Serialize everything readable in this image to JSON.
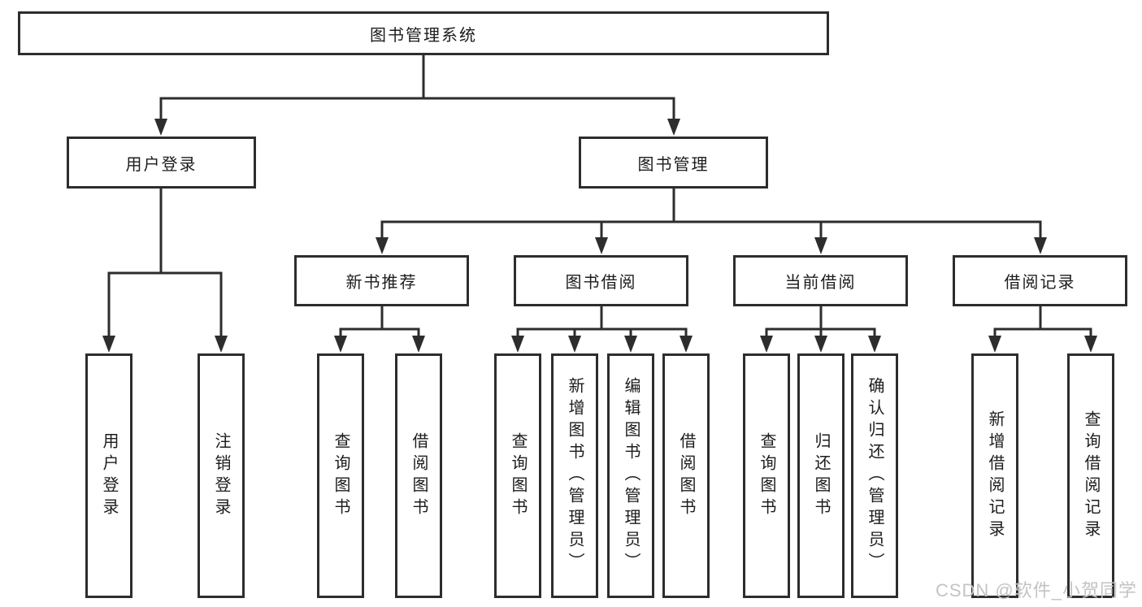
{
  "colors": {
    "line": "#2d2d2d",
    "box_border": "#2d2d2d",
    "box_fill": "#ffffff",
    "text": "#1c1c1c",
    "watermark": "#c3c3c3",
    "background": "#ffffff"
  },
  "watermark": {
    "text": "CSDN @软件_小贺同学"
  },
  "tree": {
    "root": {
      "label": "图书管理系统"
    },
    "children": [
      {
        "label": "用户登录",
        "children": [
          {
            "label": "用户登录"
          },
          {
            "label": "注销登录"
          }
        ]
      },
      {
        "label": "图书管理",
        "children": [
          {
            "label": "新书推荐",
            "children": [
              {
                "label": "查询图书"
              },
              {
                "label": "借阅图书"
              }
            ]
          },
          {
            "label": "图书借阅",
            "children": [
              {
                "label": "查询图书"
              },
              {
                "label": "新增图书（管理员）"
              },
              {
                "label": "编辑图书（管理员）"
              },
              {
                "label": "借阅图书"
              }
            ]
          },
          {
            "label": "当前借阅",
            "children": [
              {
                "label": "查询图书"
              },
              {
                "label": "归还图书"
              },
              {
                "label": "确认归还（管理员）"
              }
            ]
          },
          {
            "label": "借阅记录",
            "children": [
              {
                "label": "新增借阅记录"
              },
              {
                "label": "查询借阅记录"
              }
            ]
          }
        ]
      }
    ]
  }
}
